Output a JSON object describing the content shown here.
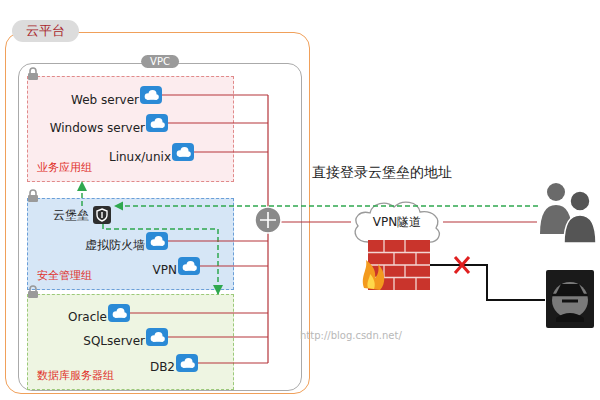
{
  "diagram": {
    "nodes": [
      {
        "text": [
          "云平台"
        ]
      },
      {
        "text": [
          "VPC"
        ],
        "in": 0
      },
      {
        "text": [
          "业务应用组"
        ],
        "in": 1
      },
      {
        "text": [
          "Web server"
        ],
        "in": 2
      },
      {
        "text": [
          "Windows server"
        ],
        "in": 2
      },
      {
        "text": [
          "Linux/unix"
        ],
        "in": 2
      },
      {
        "text": [
          "安全管理组"
        ],
        "in": 1
      },
      {
        "text": [
          "云堡垒"
        ],
        "in": 6
      },
      {
        "text": [
          "虚拟防火墙"
        ],
        "in": 6
      },
      {
        "text": [
          "VPN"
        ],
        "in": 6
      },
      {
        "text": [
          "数据库服务器组"
        ],
        "in": 1
      },
      {
        "text": [
          "Oracle"
        ],
        "in": 10
      },
      {
        "text": [
          "SQLserver"
        ],
        "in": 10
      },
      {
        "text": [
          "DB2"
        ],
        "in": 10
      },
      {
        "text": [
          "VPN隧道"
        ]
      }
    ],
    "edges": [
      {
        "from": 7,
        "to": 2,
        "arrow": "to"
      },
      {
        "from": 7,
        "to": 10,
        "arrow": "to"
      }
    ],
    "labels": [
      "直接登录云堡垒的地址",
      "http://blog.csdn.net/"
    ]
  }
}
